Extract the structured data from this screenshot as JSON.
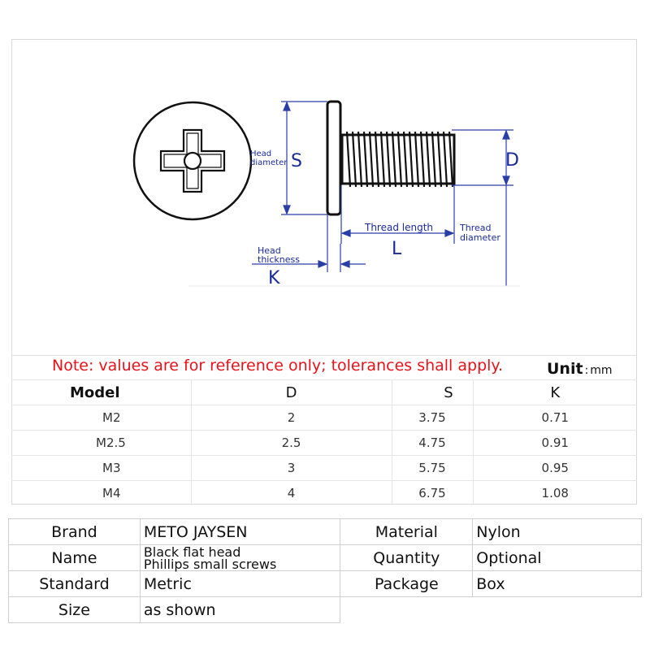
{
  "diagram": {
    "head_diameter_label": [
      "Head",
      "diameter"
    ],
    "s_label": "S",
    "d_label": "D",
    "thread_length_label": "Thread length",
    "l_label": "L",
    "thread_diameter_label": [
      "Thread",
      "diameter"
    ],
    "head_thickness_label": [
      "Head",
      "thickness"
    ],
    "k_label": "K"
  },
  "note": "Note: values are for reference only; tolerances shall apply.",
  "unit_label": "Unit",
  "unit_sep": ":",
  "unit_value": "mm",
  "dimension_table": {
    "headers": [
      "Model",
      "D",
      "S",
      "K"
    ],
    "rows": [
      [
        "M2",
        "2",
        "3.75",
        "0.71"
      ],
      [
        "M2.5",
        "2.5",
        "4.75",
        "0.91"
      ],
      [
        "M3",
        "3",
        "5.75",
        "0.95"
      ],
      [
        "M4",
        "4",
        "6.75",
        "1.08"
      ]
    ]
  },
  "specs": {
    "brand_label": "Brand",
    "brand_value": "METO JAYSEN",
    "name_label": "Name",
    "name_value_line1": "Black flat head",
    "name_value_line2": "Phillips small screws",
    "standard_label": "Standard",
    "standard_value": "Metric",
    "size_label": "Size",
    "size_value": "as shown",
    "material_label": "Material",
    "material_value": "Nylon",
    "quantity_label": "Quantity",
    "quantity_value": "Optional",
    "package_label": "Package",
    "package_value": "Box"
  },
  "colors": {
    "note_red": "#e8121a",
    "dimension_blue": "#2a3ea8",
    "label_blue": "#1a2a9a"
  }
}
